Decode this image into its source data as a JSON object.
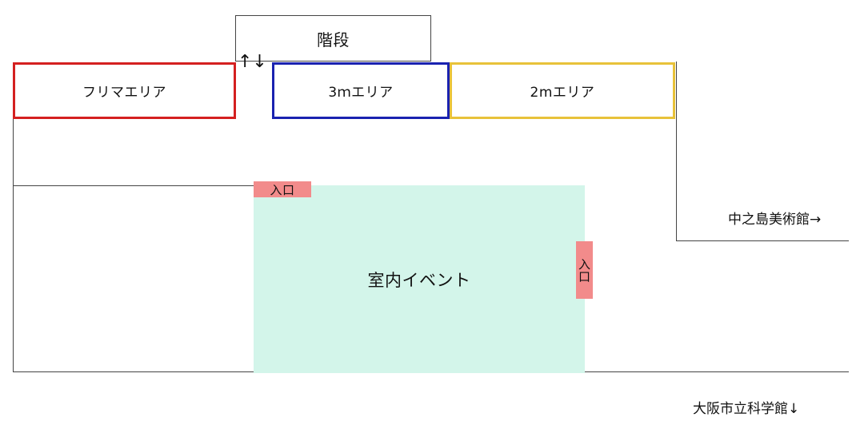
{
  "labels": {
    "stairs": "階段",
    "stair_arrows": "↑↓",
    "flea_area": "フリマエリア",
    "area_3m": "3ｍエリア",
    "area_2m": "2mエリア",
    "indoor_event": "室内イベント",
    "entrance_top": "入口",
    "entrance_side": "入口",
    "museum_direction": "中之島美術館→",
    "science_museum_direction": "大阪市立科学館↓"
  },
  "colors": {
    "flea_border": "#d42020",
    "area_3m_border": "#1a22b0",
    "area_2m_border": "#e8c23a",
    "indoor_fill": "#d3f5ea",
    "entrance_fill": "#f28b8b",
    "line": "#444444"
  }
}
